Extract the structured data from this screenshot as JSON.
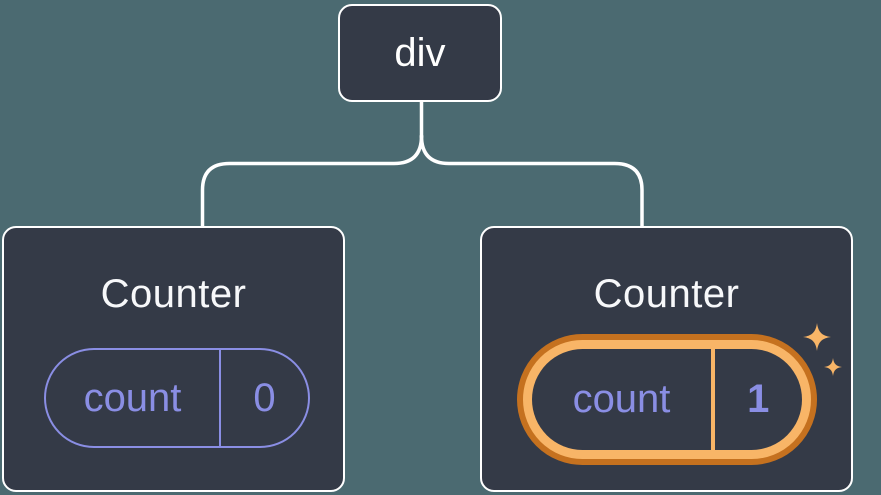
{
  "diagram": {
    "description": "component tree with preserved state",
    "root": {
      "label": "div"
    },
    "children": [
      {
        "title": "Counter",
        "state": {
          "name": "count",
          "value": "0"
        },
        "highlighted": false
      },
      {
        "title": "Counter",
        "state": {
          "name": "count",
          "value": "1"
        },
        "highlighted": true
      }
    ]
  },
  "icons": {
    "sparkles": "sparkles-icon"
  },
  "colors": {
    "background": "#4B6A71",
    "card": "#343A47",
    "line": "#FFFFFF",
    "title": "#F7F8FA",
    "purple": "#8A8EE4",
    "orange_dark": "#C5711F",
    "orange_light": "#F8B567"
  }
}
